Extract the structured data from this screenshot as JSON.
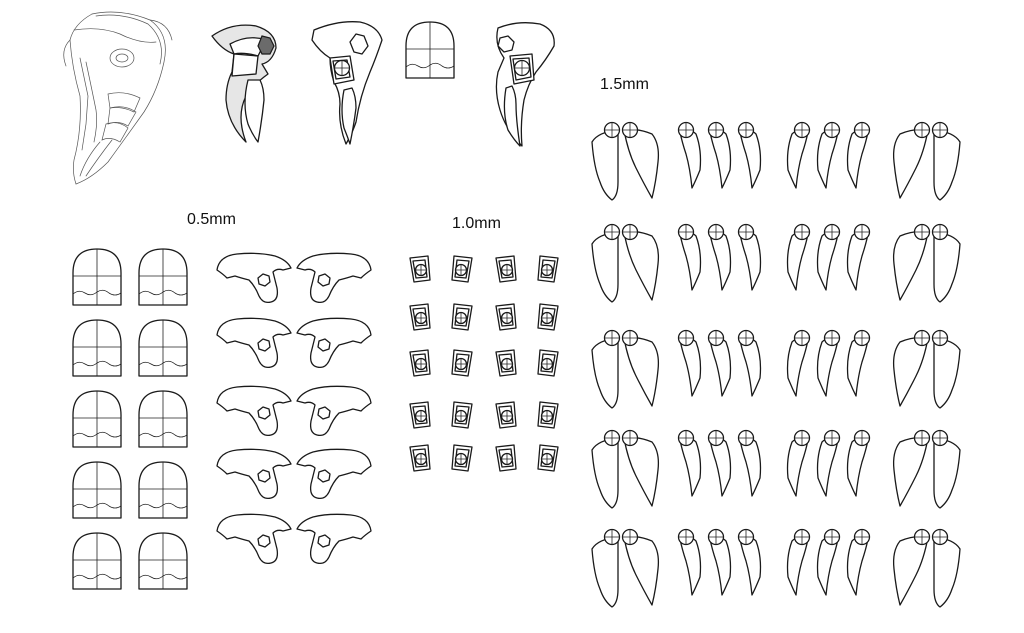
{
  "labels": {
    "thickness_0_5": "0.5mm",
    "thickness_1_0": "1.0mm",
    "thickness_1_5": "1.5mm"
  },
  "layout_grids": {
    "plates_0_5": {
      "rows": 5,
      "cols": 2
    },
    "hoods_0_5": {
      "rows": 5,
      "cols": 2
    },
    "brackets_1_0": {
      "rows": 5,
      "cols": 4
    },
    "fangs_1_5": {
      "rows": 5,
      "groups": [
        "pair",
        "triple",
        "triple",
        "pair"
      ]
    }
  }
}
